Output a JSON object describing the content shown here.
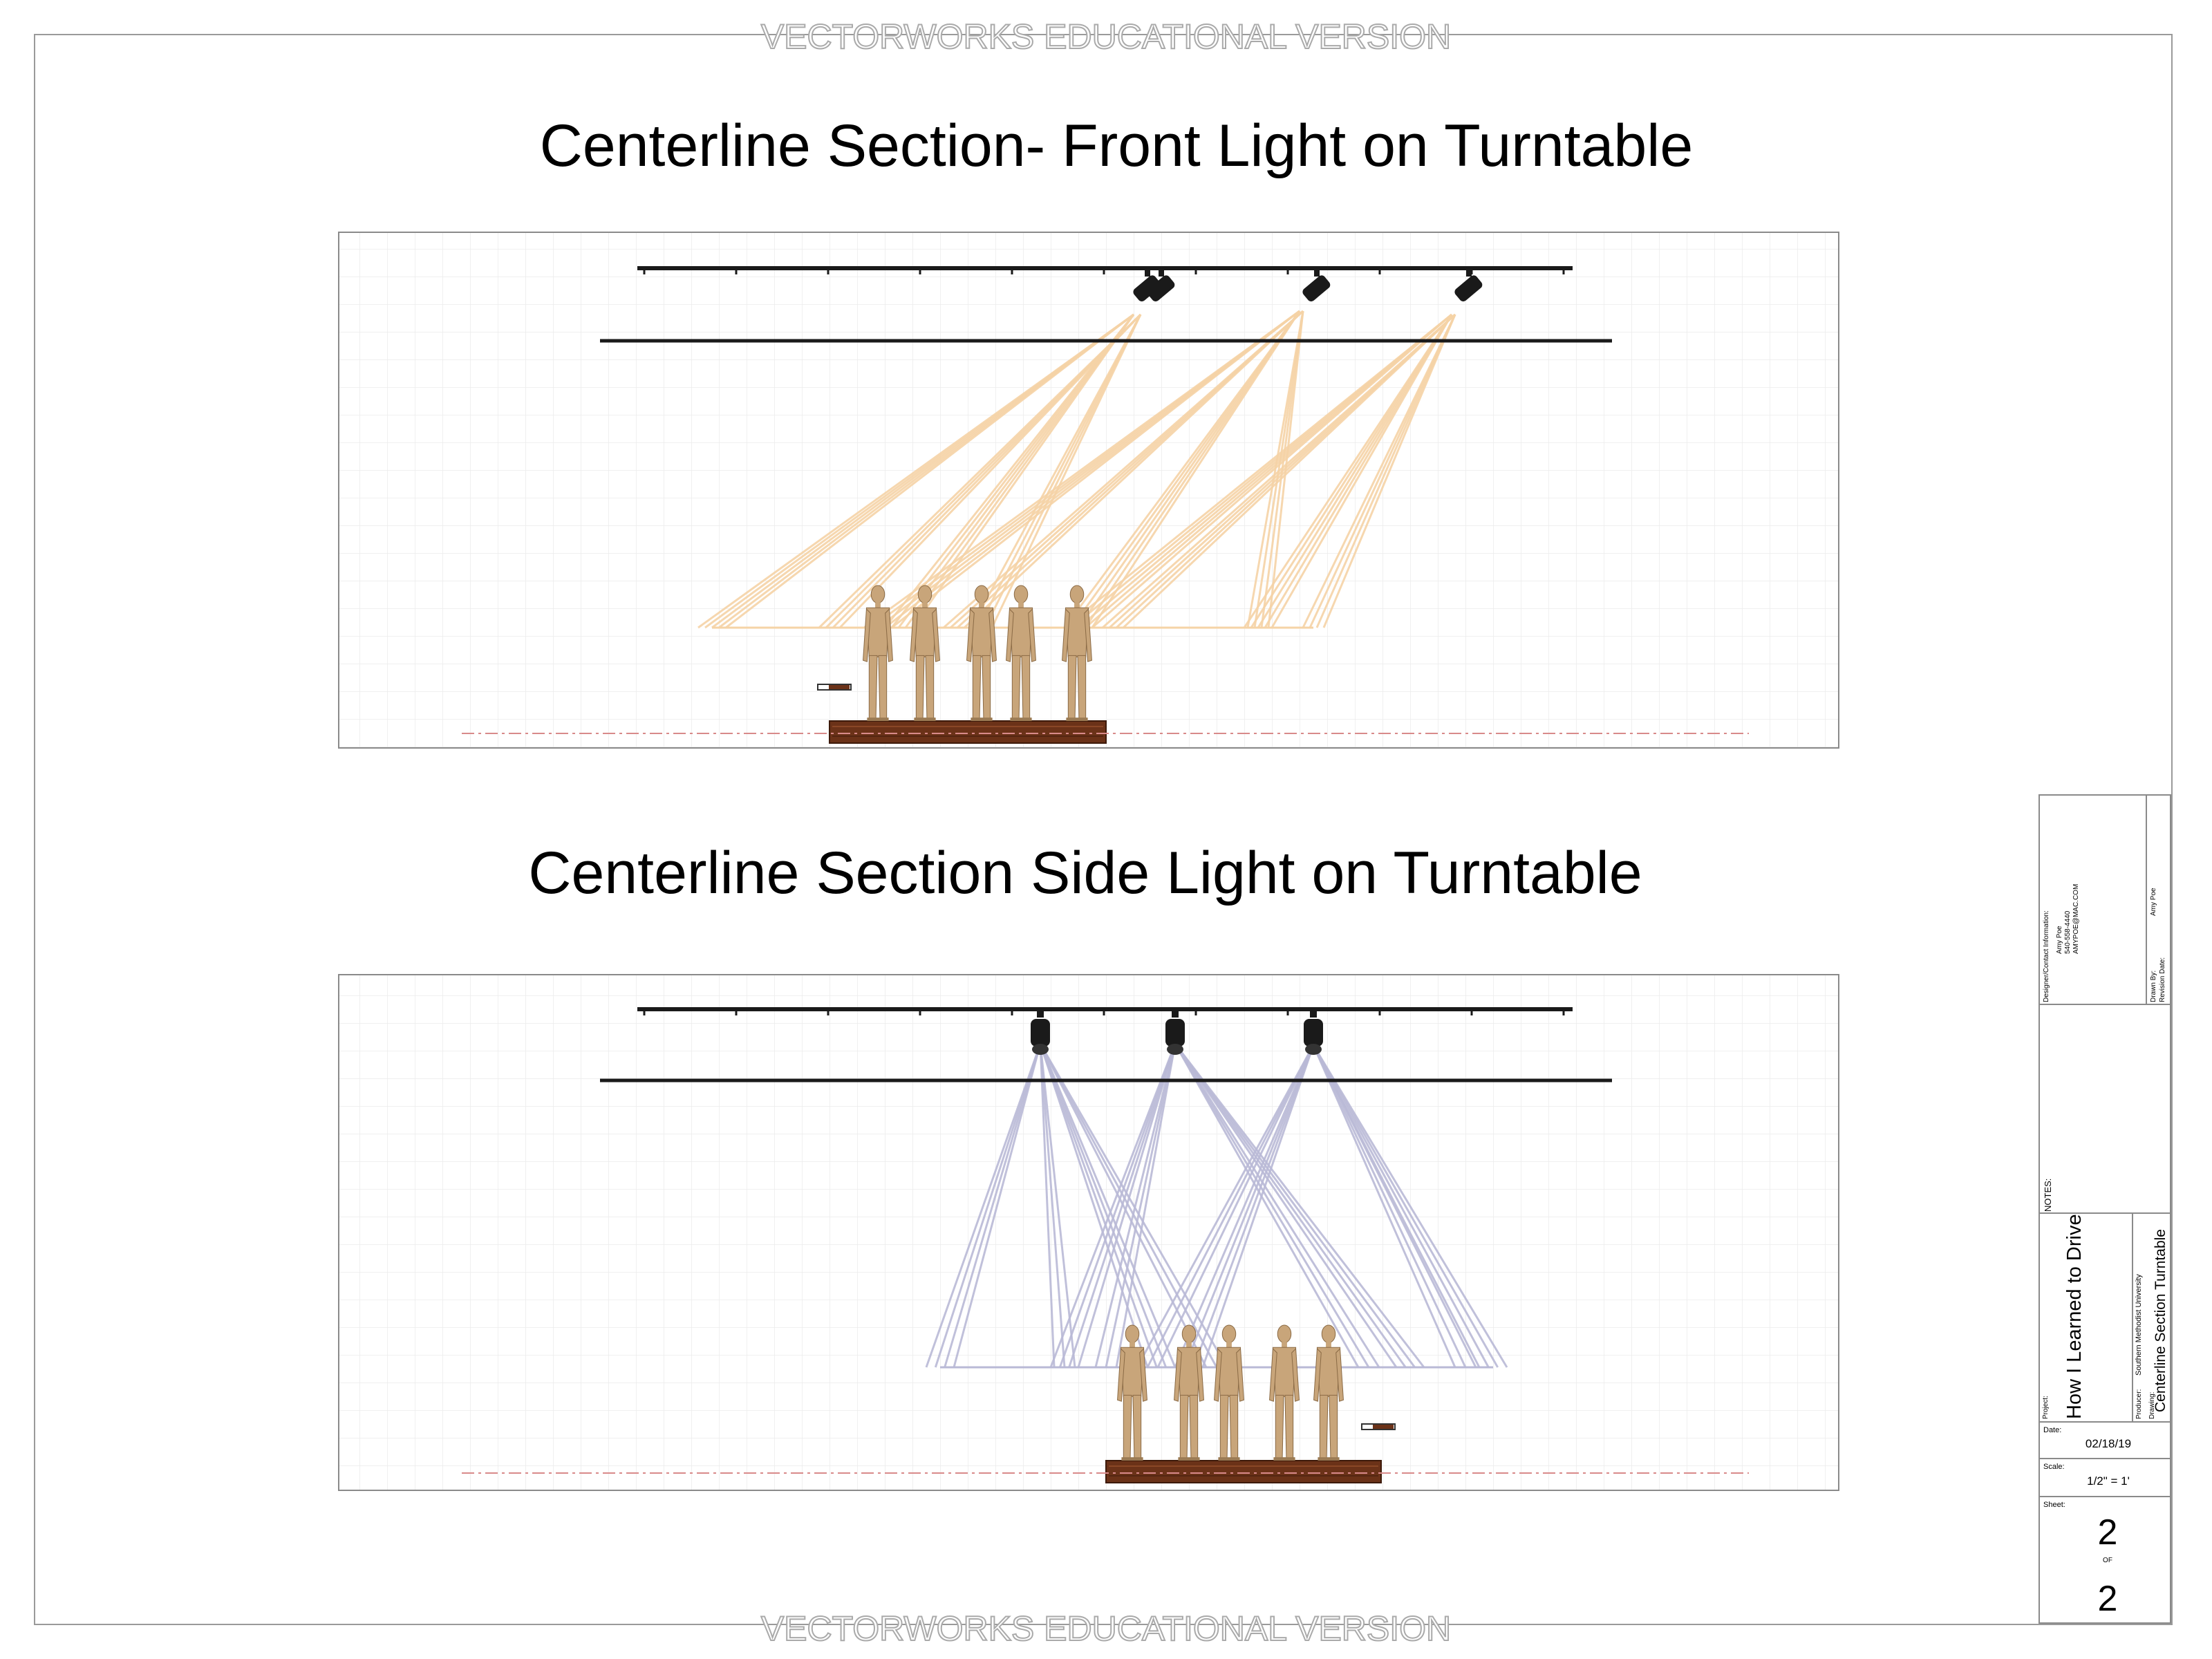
{
  "watermark": {
    "top": "VECTORWORKS EDUCATIONAL VERSION",
    "bottom": "VECTORWORKS EDUCATIONAL VERSION"
  },
  "section_front": {
    "title": "Centerline Section- Front Light on Turntable",
    "beam_color": "#f5d3a6"
  },
  "section_side": {
    "title": "Centerline Section Side Light on Turntable",
    "beam_color": "#b9b9d6"
  },
  "colors": {
    "figure": "#c8a57a",
    "platform": "#6b3218",
    "pipe": "#1a1a1a",
    "grid": "#e9e9e9"
  },
  "title_block": {
    "designer_label": "Designer/Contact Information:",
    "designer_name": "Amy Poe",
    "designer_phone": "540-558-4440",
    "designer_email": "AMYPOE@MAC.COM",
    "drawn_by_label": "Drawn By:",
    "drawn_by_value": "Amy Poe",
    "revision_label": "Revision Date:",
    "notes_label": "NOTES:",
    "project_label": "Project:",
    "project_value": "How I Learned to Drive",
    "producer_label": "Producer:",
    "producer_value": "Southern Methodist University",
    "drawing_label": "Drawing:",
    "drawing_value": "Centerline Section Turntable",
    "date_label": "Date:",
    "date_value": "02/18/19",
    "scale_label": "Scale:",
    "scale_value": "1/2\" = 1'",
    "sheet_label": "Sheet:",
    "sheet_number": "2",
    "sheet_of": "OF",
    "sheet_total": "2"
  }
}
